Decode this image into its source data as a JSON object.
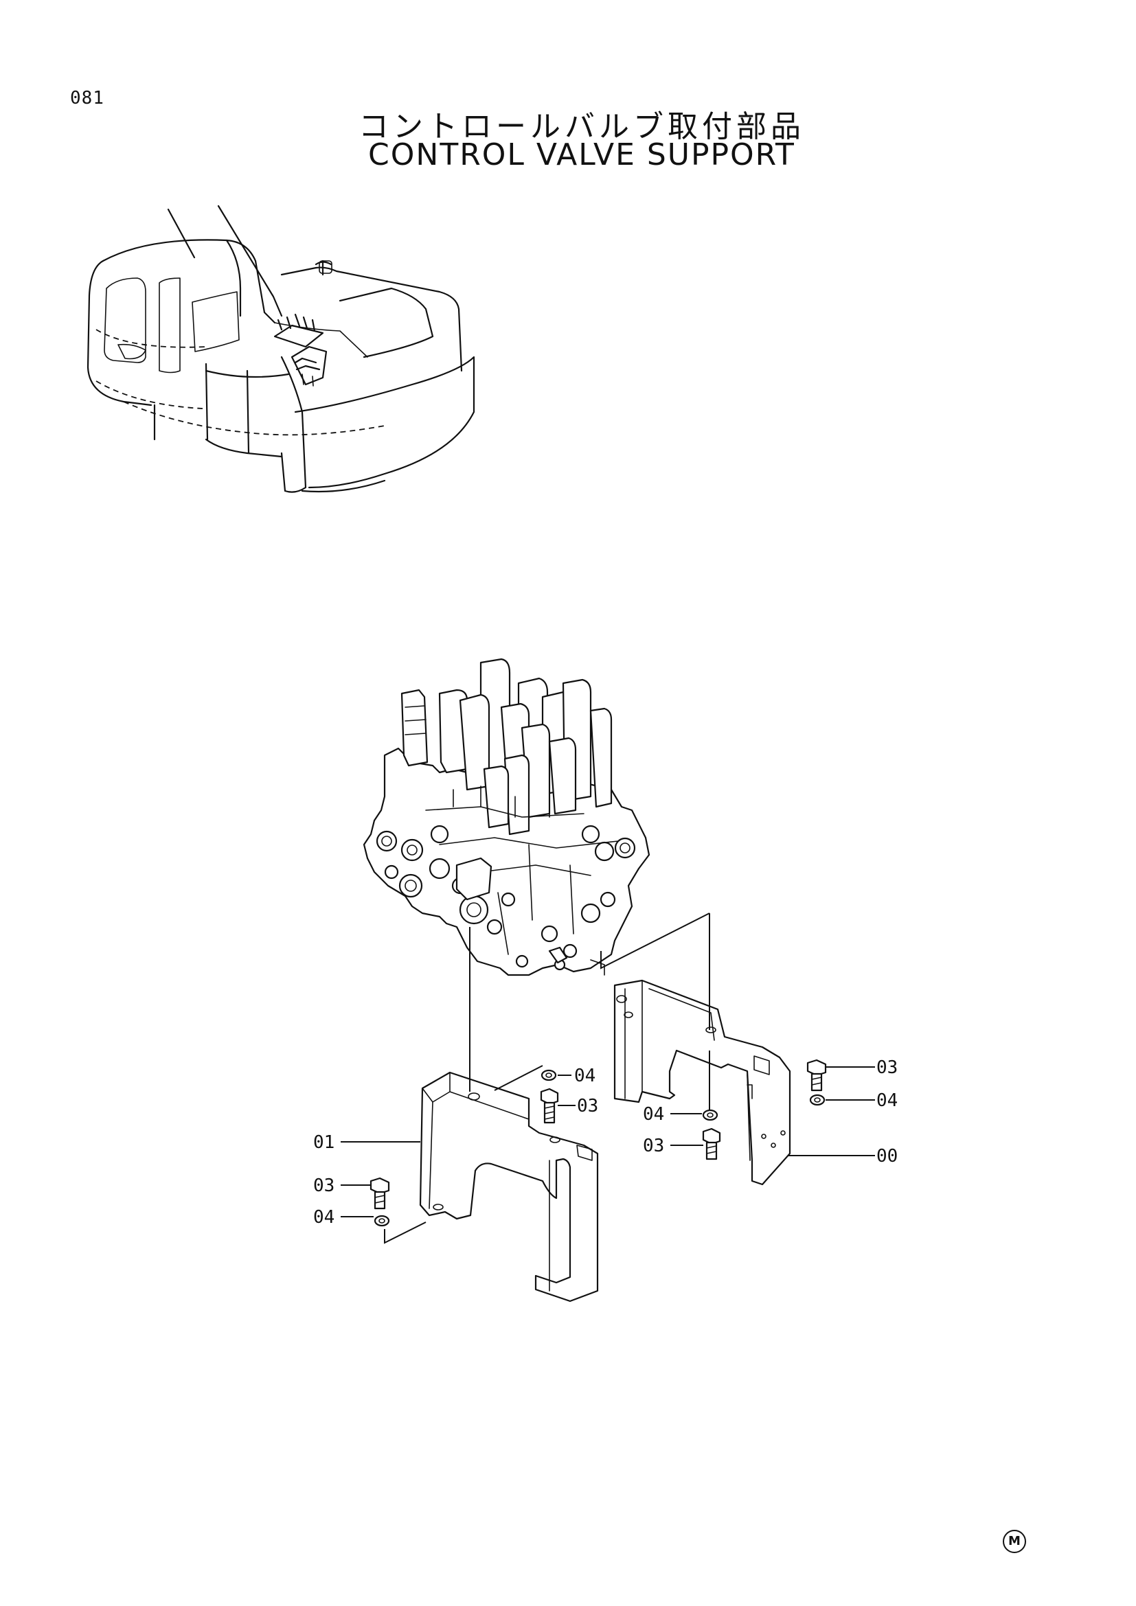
{
  "header": {
    "page_number": "081",
    "title_jp": "コントロールバルブ取付部品",
    "title_en": "CONTROL VALVE SUPPORT"
  },
  "callouts": [
    {
      "label": "04"
    },
    {
      "label": "03"
    },
    {
      "label": "01"
    },
    {
      "label": "03"
    },
    {
      "label": "04"
    },
    {
      "label": "04"
    },
    {
      "label": "03"
    },
    {
      "label": "03"
    },
    {
      "label": "04"
    },
    {
      "label": "00"
    }
  ],
  "footer": {
    "mark": "M"
  }
}
